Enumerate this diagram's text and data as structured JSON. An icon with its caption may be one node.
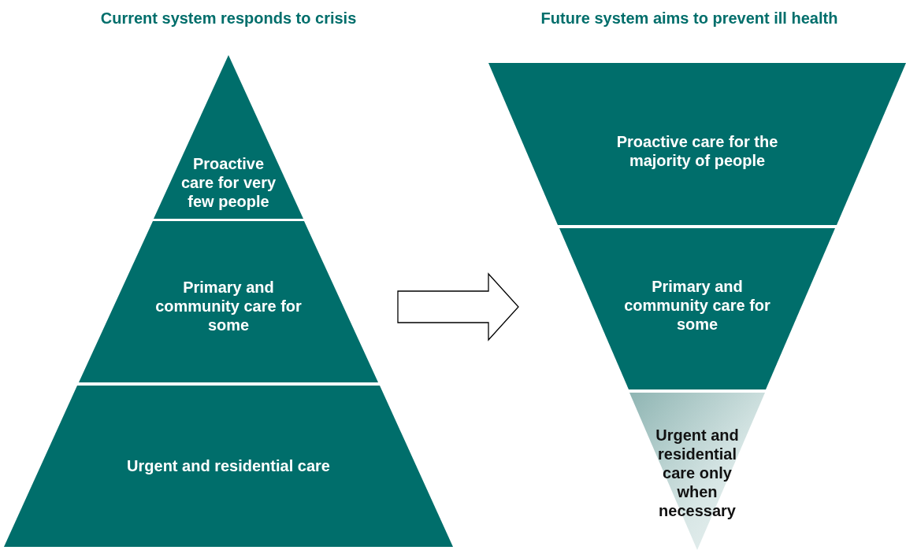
{
  "diagram": {
    "nodes": [
      {
        "text": [
          "Current system responds to crisis"
        ]
      },
      {
        "text": [
          "Proactive care for very few people"
        ],
        "in": 0
      },
      {
        "text": [
          "Primary and community care for some"
        ],
        "in": 0
      },
      {
        "text": [
          "Urgent and residential care"
        ],
        "in": 0
      },
      {
        "text": [
          "Future system aims to prevent ill health"
        ]
      },
      {
        "text": [
          "Proactive care for the majority of people"
        ],
        "in": 4
      },
      {
        "text": [
          "Primary and community care for some"
        ],
        "in": 4
      },
      {
        "text": [
          "Urgent and residential care only when necessary"
        ],
        "in": 4
      }
    ],
    "edges": [
      {
        "from": 0,
        "to": 4,
        "arrow": "to"
      }
    ]
  }
}
